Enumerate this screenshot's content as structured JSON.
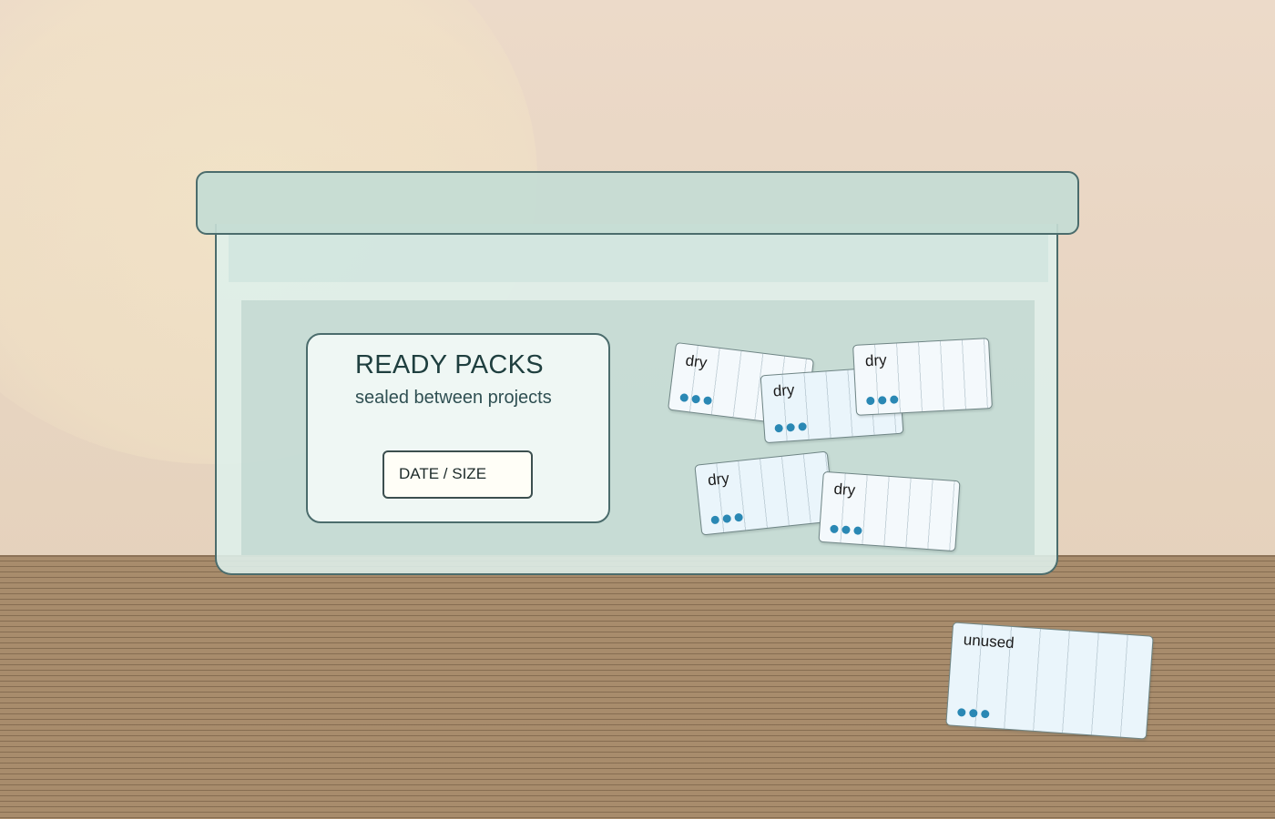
{
  "label": {
    "title": "READY PACKS",
    "subtitle": "sealed between projects",
    "date_field": "DATE / SIZE"
  },
  "packs": [
    {
      "label": "dry"
    },
    {
      "label": "dry"
    },
    {
      "label": "dry"
    },
    {
      "label": "dry"
    },
    {
      "label": "dry"
    },
    {
      "label": "unused"
    }
  ],
  "colors": {
    "wall": "#ecdac9",
    "table": "#a88c6c",
    "container_outline": "#4b6c6c",
    "container_fill": "#def0ec",
    "dot": "#2a88b4"
  }
}
